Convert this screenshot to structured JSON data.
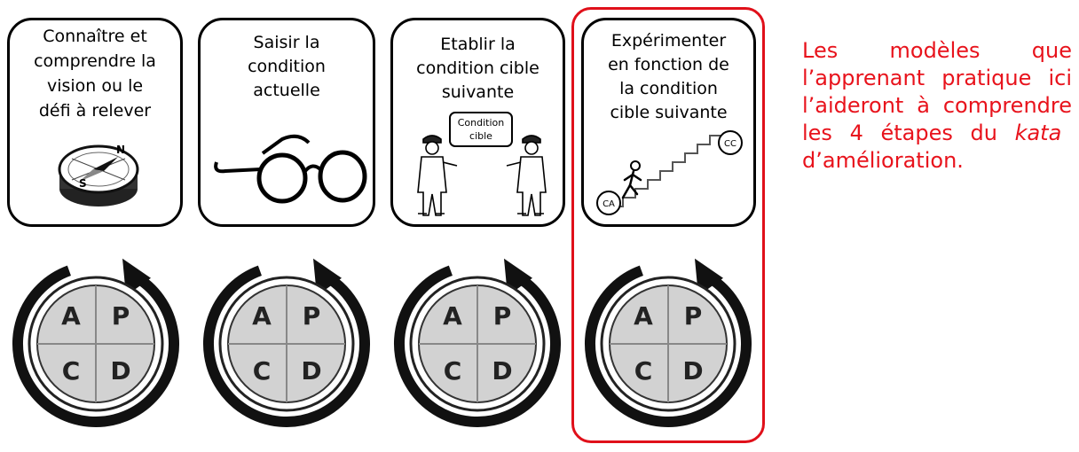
{
  "cards": [
    {
      "title": "Connaître et\ncomprendre la\nvision ou le\ndéfi à relever",
      "icon": "compass-icon"
    },
    {
      "title": "Saisir la\ncondition\nactuelle",
      "icon": "glasses-icon"
    },
    {
      "title": "Etablir la\ncondition cible\nsuivante",
      "icon": "two-people-icon",
      "sign_label": "Condition\ncible"
    },
    {
      "title": "Expérimenter\nen fonction de\nla condition\ncible suivante",
      "icon": "staircase-icon",
      "start_label": "CA",
      "end_label": "CC"
    }
  ],
  "pdca": {
    "letters": {
      "top_left": "A",
      "top_right": "P",
      "bottom_left": "C",
      "bottom_right": "D"
    }
  },
  "note": {
    "line1": "Les modèles que",
    "line2": "l’apprenant pratique ici",
    "line3": "l’aideront à comprendre",
    "line4_before": "les 4 étapes du ",
    "line4_italic": "kata",
    "line5": "d’amélioration."
  },
  "colors": {
    "highlight": "#e0101a",
    "note_text": "#e8131c"
  }
}
